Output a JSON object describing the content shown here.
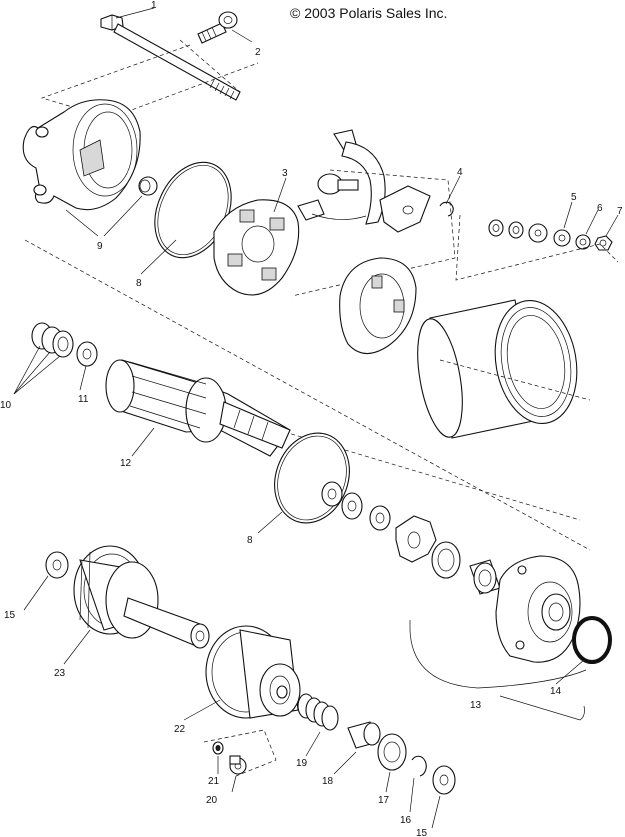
{
  "copyright": "© 2003 Polaris Sales Inc.",
  "callouts": {
    "c1": "1",
    "c2": "2",
    "c3": "3",
    "c4": "4",
    "c5": "5",
    "c6": "6",
    "c7": "7",
    "c8a": "8",
    "c9": "9",
    "c10": "10",
    "c11": "11",
    "c12": "12",
    "c8b": "8",
    "c13": "13",
    "c14": "14",
    "c15a": "15",
    "c22": "22",
    "c23": "23",
    "c19": "19",
    "c18": "18",
    "c21": "21",
    "c20": "20",
    "c17": "17",
    "c16": "16",
    "c15b": "15"
  }
}
